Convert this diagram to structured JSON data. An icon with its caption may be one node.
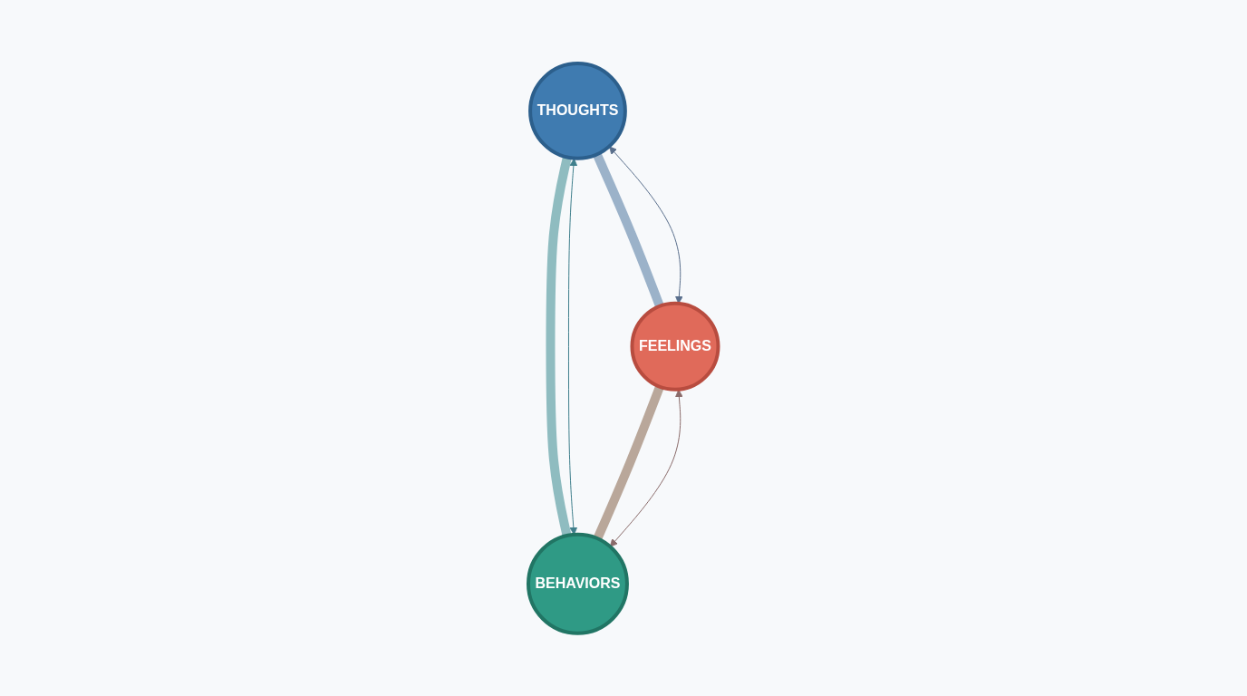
{
  "diagram": {
    "nodes": [
      {
        "text": [
          "THOUGHTS"
        ]
      },
      {
        "text": [
          "FEELINGS"
        ]
      },
      {
        "text": [
          "BEHAVIORS"
        ]
      }
    ],
    "edges": [
      {
        "from": 0,
        "to": 1,
        "arrow": "none",
        "style": "thick",
        "color": "#9bb2c9"
      },
      {
        "from": 0,
        "to": 1,
        "arrow": "both",
        "color": "#5a6f8c"
      },
      {
        "from": 0,
        "to": 2,
        "arrow": "none",
        "style": "thick",
        "color": "#8fbcc0"
      },
      {
        "from": 0,
        "to": 2,
        "arrow": "both",
        "color": "#3f7f8c"
      },
      {
        "from": 1,
        "to": 2,
        "arrow": "none",
        "style": "thick",
        "color": "#b9a79a"
      },
      {
        "from": 1,
        "to": 2,
        "arrow": "both",
        "color": "#8a6b6a"
      }
    ]
  }
}
